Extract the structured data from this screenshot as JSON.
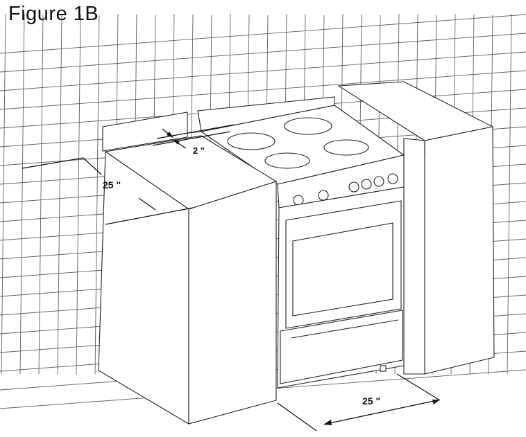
{
  "figure": {
    "title": "Figure 1B"
  },
  "dimensions": {
    "top_gap": "2 \"",
    "side_depth": "25 \"",
    "front_clearance": "25 \""
  },
  "colors": {
    "line": "#222222",
    "tile_grid": "#444444",
    "background": "#ffffff"
  }
}
